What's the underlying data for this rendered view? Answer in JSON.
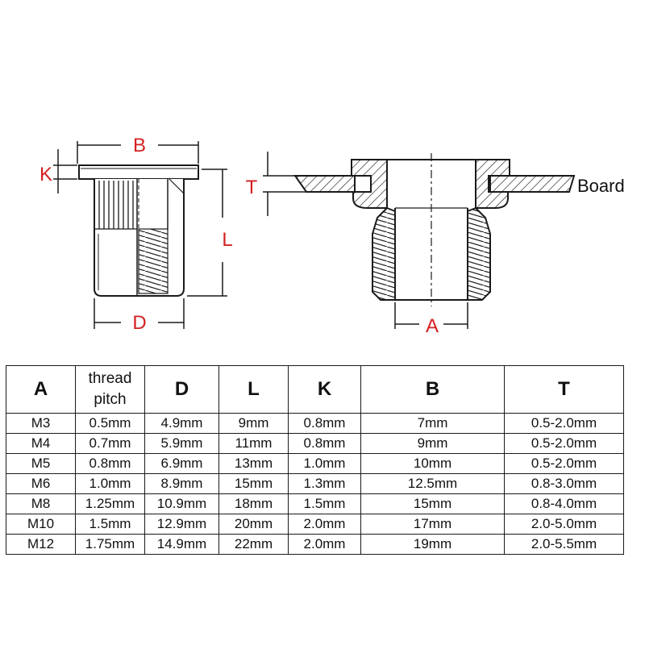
{
  "labels": {
    "B": "B",
    "K": "K",
    "L": "L",
    "D": "D",
    "T": "T",
    "A": "A",
    "board": "Board"
  },
  "colors": {
    "dimension_label": "#d42020",
    "line": "#1a1a1a",
    "board_label": "#111111"
  },
  "table": {
    "headers": [
      "A",
      "thread pitch",
      "D",
      "L",
      "K",
      "B",
      "T"
    ],
    "rows": [
      [
        "M3",
        "0.5mm",
        "4.9mm",
        "9mm",
        "0.8mm",
        "7mm",
        "0.5-2.0mm"
      ],
      [
        "M4",
        "0.7mm",
        "5.9mm",
        "11mm",
        "0.8mm",
        "9mm",
        "0.5-2.0mm"
      ],
      [
        "M5",
        "0.8mm",
        "6.9mm",
        "13mm",
        "1.0mm",
        "10mm",
        "0.5-2.0mm"
      ],
      [
        "M6",
        "1.0mm",
        "8.9mm",
        "15mm",
        "1.3mm",
        "12.5mm",
        "0.8-3.0mm"
      ],
      [
        "M8",
        "1.25mm",
        "10.9mm",
        "18mm",
        "1.5mm",
        "15mm",
        "0.8-4.0mm"
      ],
      [
        "M10",
        "1.5mm",
        "12.9mm",
        "20mm",
        "2.0mm",
        "17mm",
        "2.0-5.0mm"
      ],
      [
        "M12",
        "1.75mm",
        "14.9mm",
        "22mm",
        "2.0mm",
        "19mm",
        "2.0-5.5mm"
      ]
    ]
  }
}
